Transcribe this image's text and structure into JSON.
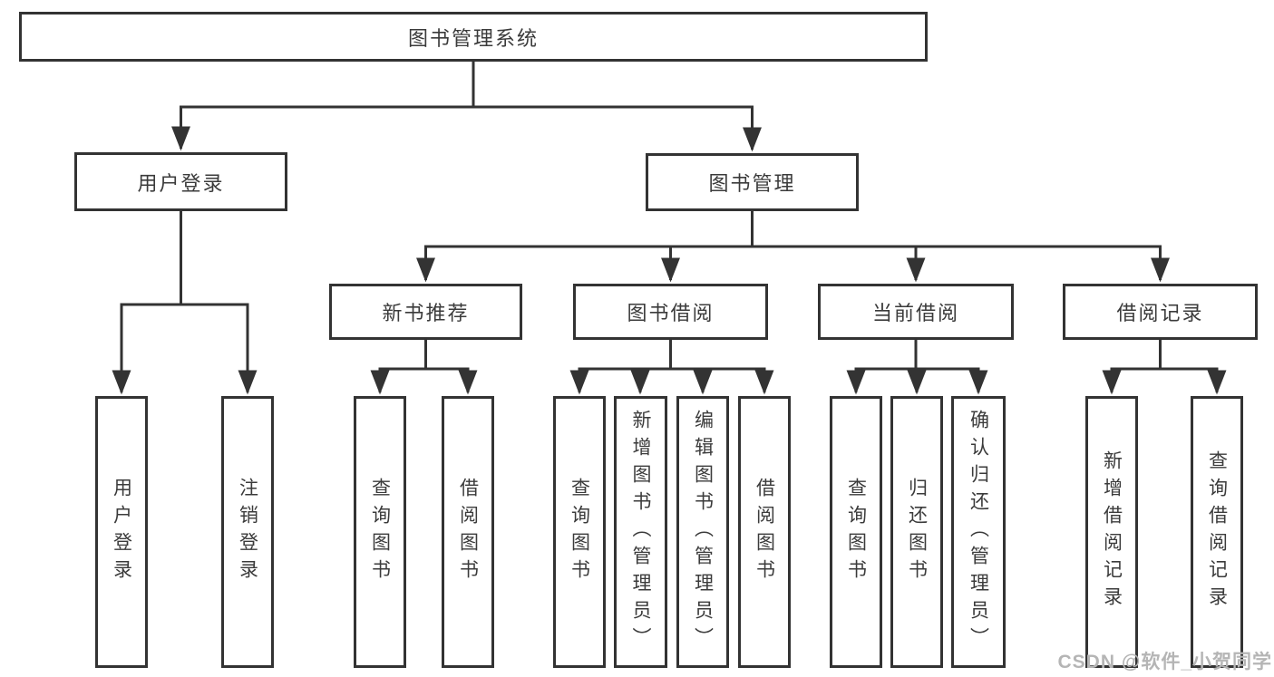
{
  "diagram": {
    "root": {
      "label": "图书管理系统"
    },
    "level2": [
      {
        "label": "用户登录"
      },
      {
        "label": "图书管理"
      }
    ],
    "level3": [
      {
        "label": "新书推荐"
      },
      {
        "label": "图书借阅"
      },
      {
        "label": "当前借阅"
      },
      {
        "label": "借阅记录"
      }
    ],
    "leaves": [
      {
        "label": "用户登录"
      },
      {
        "label": "注销登录"
      },
      {
        "label": "查询图书"
      },
      {
        "label": "借阅图书"
      },
      {
        "label": "查询图书"
      },
      {
        "label": "新增图书（管理员）"
      },
      {
        "label": "编辑图书（管理员）"
      },
      {
        "label": "借阅图书"
      },
      {
        "label": "查询图书"
      },
      {
        "label": "归还图书"
      },
      {
        "label": "确认归还（管理员）"
      },
      {
        "label": "新增借阅记录"
      },
      {
        "label": "查询借阅记录"
      }
    ],
    "watermark": "CSDN @软件_小贺同学",
    "colors": {
      "line": "#333333",
      "border": "#333333",
      "text": "#3b3b3b",
      "watermark": "#b5b5b5",
      "background": "#ffffff"
    }
  }
}
